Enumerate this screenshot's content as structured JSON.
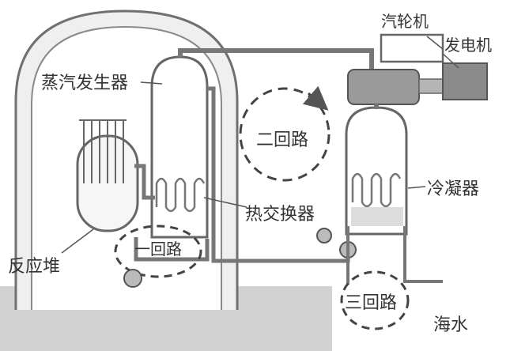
{
  "labels": {
    "steam_generator": "蒸汽发生器",
    "turbine": "汽轮机",
    "generator": "发电机",
    "secondary_loop": "二回路",
    "heat_exchanger": "热交换器",
    "condenser": "冷凝器",
    "reactor": "反应堆",
    "primary_loop": "一回路",
    "tertiary_loop": "三回路",
    "seawater": "海水"
  },
  "colors": {
    "line": "#6e6e6e",
    "fill_light": "#e6e6e6",
    "fill_mid": "#bdbdbd",
    "fill_dark": "#7a7a7a",
    "ground": "#cfcfcf"
  }
}
